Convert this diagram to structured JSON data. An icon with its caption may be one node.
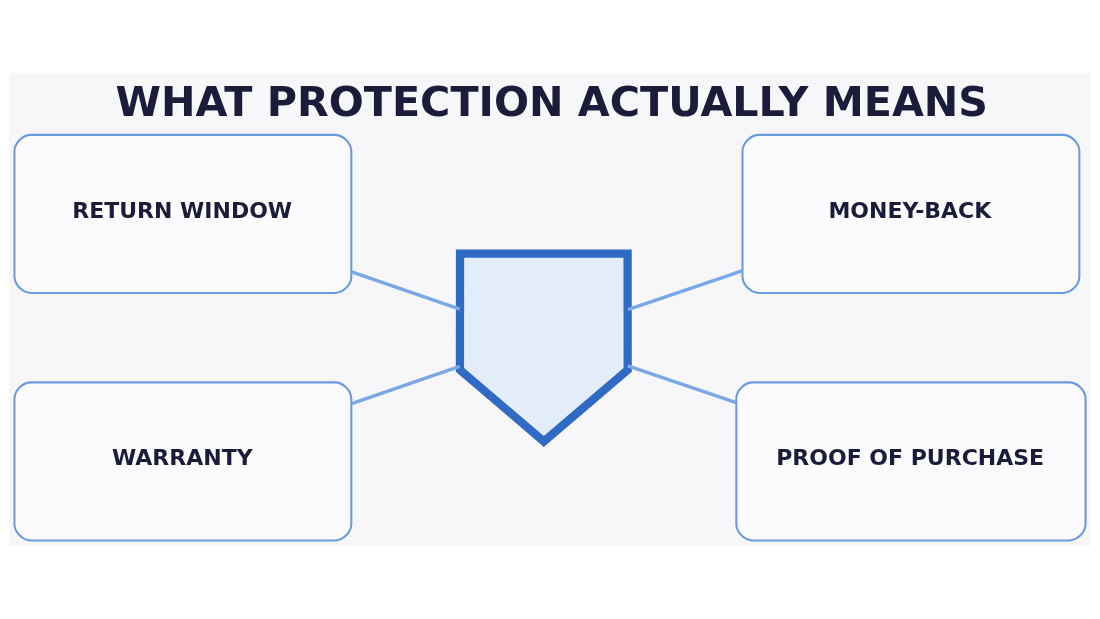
{
  "diagram": {
    "title": "WHAT PROTECTION ACTUALLY MEANS",
    "nodes": [
      {
        "text": [
          "RETURN WINDOW"
        ]
      },
      {
        "text": [],
        "shape": "shield"
      },
      {
        "text": [
          "MONEY-BACK"
        ]
      },
      {
        "text": [
          "WARRANTY"
        ]
      },
      {
        "text": [
          "PROOF OF PURCHASE"
        ]
      }
    ],
    "edges": [
      {
        "from": 0,
        "to": 1,
        "arrow": "none"
      },
      {
        "from": 1,
        "to": 2,
        "arrow": "none"
      },
      {
        "from": 3,
        "to": 1,
        "arrow": "none"
      },
      {
        "from": 1,
        "to": 4,
        "arrow": "none"
      }
    ]
  }
}
